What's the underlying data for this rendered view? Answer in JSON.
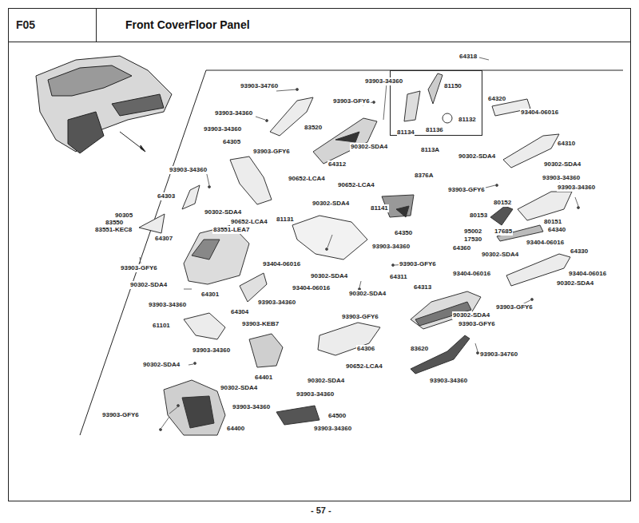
{
  "diagram": {
    "title": "Front CoverFloor Panel",
    "nodes": [
      {
        "text": [
          "F05"
        ]
      },
      {
        "text": [
          "81150",
          "81134",
          "81136",
          "81132",
          "8113A"
        ]
      }
    ],
    "labels": [
      "64318",
      "93903-34760",
      "93903-34360",
      "64320",
      "93903-34360",
      "93903-GFY6",
      "83520",
      "93404-06016",
      "93903-34360",
      "64305",
      "90302-SDA4",
      "64310",
      "93903-GFY6",
      "90302-SDA4",
      "64312",
      "90302-SDA4",
      "93903-34360",
      "90652-LCA4",
      "8376A",
      "93903-34360",
      "90652-LCA4",
      "93903-GFY6",
      "93903-34360",
      "64303",
      "90302-SDA4",
      "80152",
      "81141",
      "90302-SDA4",
      "90305",
      "90652-LCA4",
      "81131",
      "80153",
      "80151",
      "83550",
      "83551-LEA7",
      "83551-KEC8",
      "64340",
      "95002",
      "17685",
      "64350",
      "64307",
      "17530",
      "93404-06016",
      "93903-34360",
      "64360",
      "90302-SDA4",
      "64330",
      "93903-GFY6",
      "93404-06016",
      "93903-GFY6",
      "93404-06016",
      "93404-06016",
      "90302-SDA4",
      "64311",
      "90302-SDA4",
      "90302-SDA4",
      "93404-06016",
      "64301",
      "90302-SDA4",
      "64313",
      "93903-34360",
      "93903-34360",
      "93903-GFY6",
      "64304",
      "90302-SDA4",
      "93903-GFY6",
      "61101",
      "93903-KEB7",
      "93903-GFY6",
      "64306",
      "93903-34360",
      "83620",
      "93903-34760",
      "90302-SDA4",
      "90652-LCA4",
      "64401",
      "90302-SDA4",
      "93903-34360",
      "90302-SDA4",
      "93903-34360",
      "93903-34360",
      "64500",
      "93903-GFY6",
      "93903-34360",
      "64400",
      "- 57 -"
    ]
  }
}
